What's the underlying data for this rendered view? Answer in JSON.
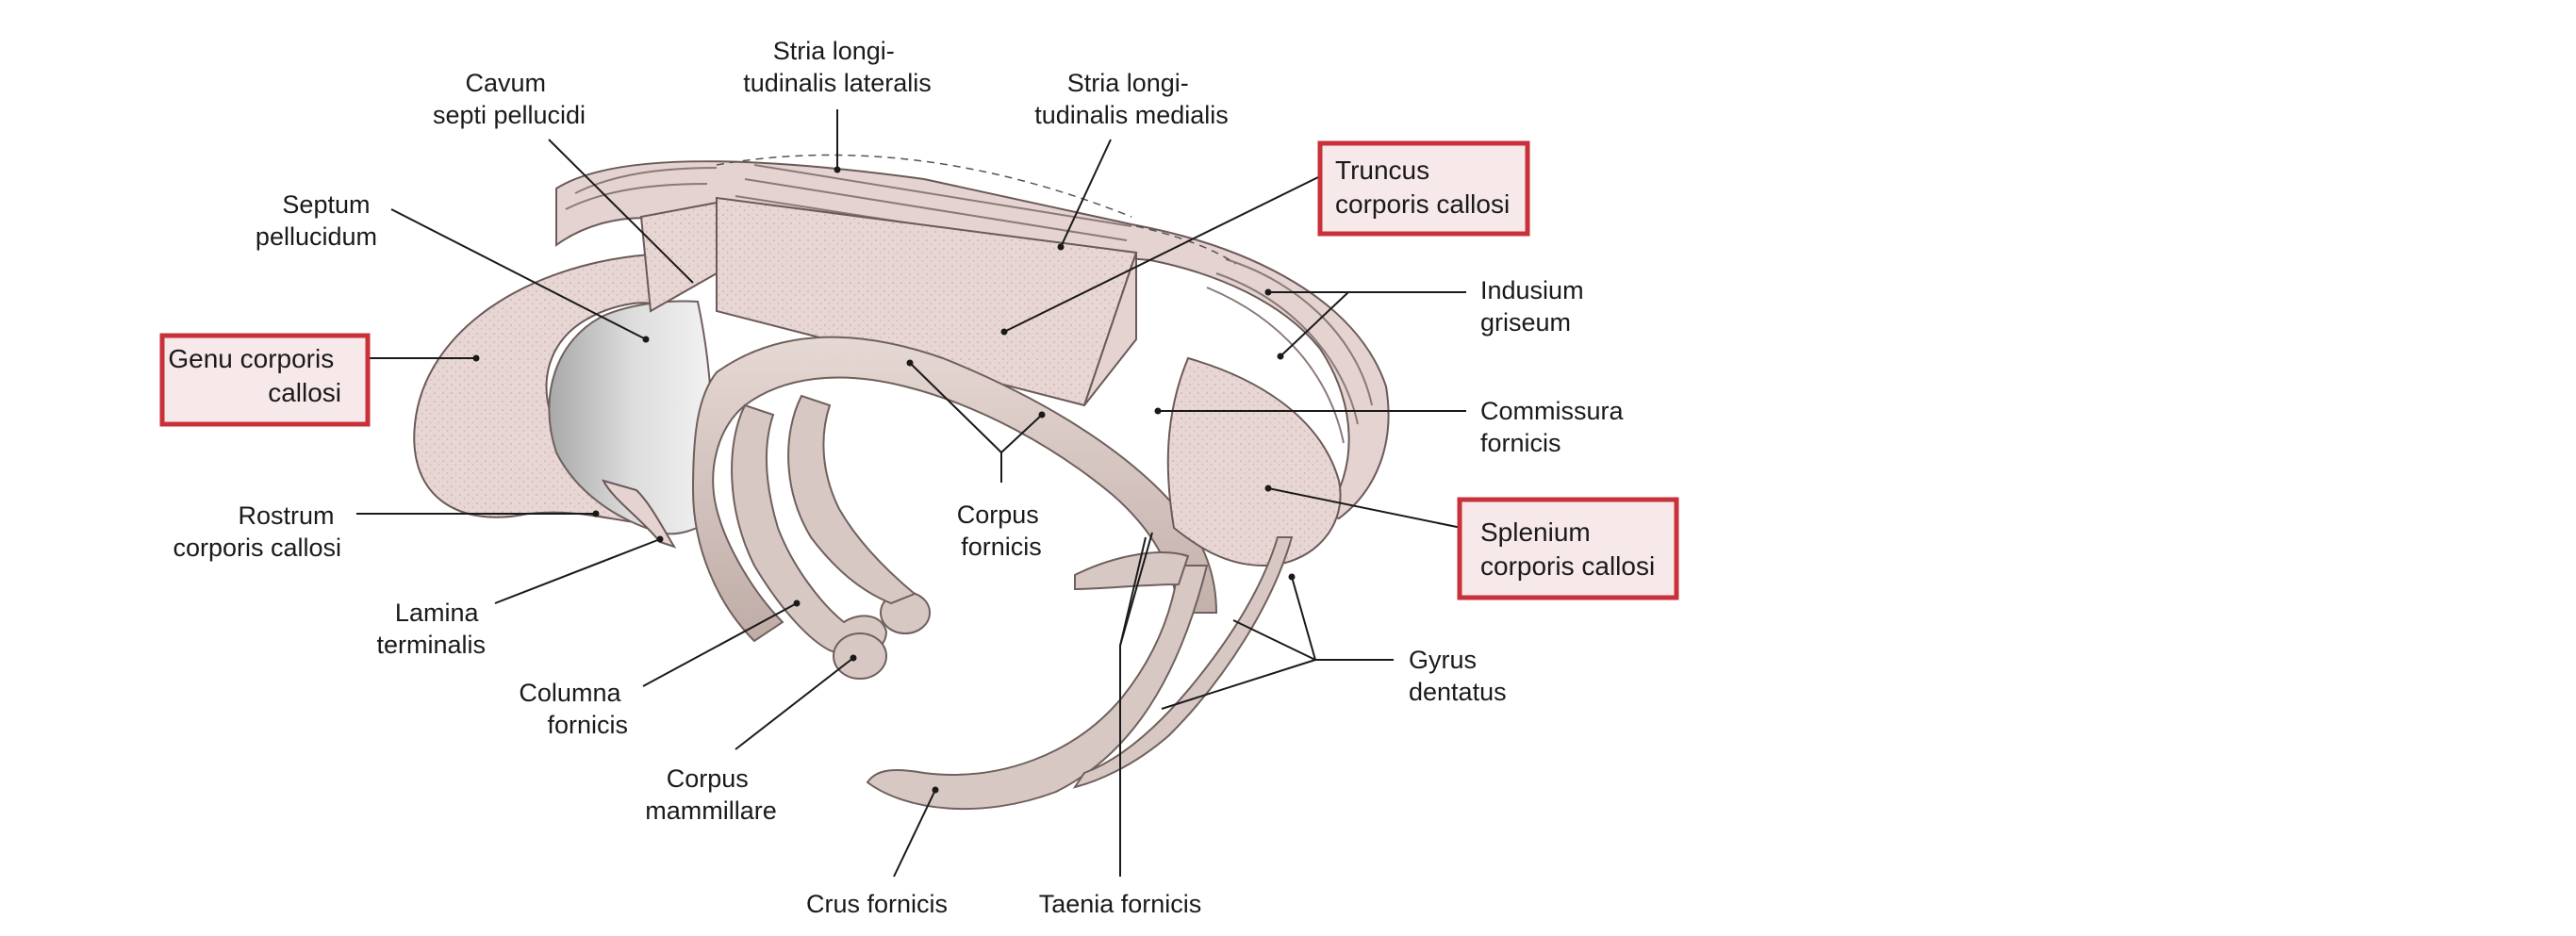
{
  "labels": {
    "cavum_septi_pellucidi": [
      "Cavum",
      "septi pellucidi"
    ],
    "stria_lateralis": [
      "Stria longi-",
      "tudinalis lateralis"
    ],
    "stria_medialis": [
      "Stria longi-",
      "tudinalis medialis"
    ],
    "septum_pellucidum": [
      "Septum",
      "pellucidum"
    ],
    "rostrum": [
      "Rostrum",
      "corporis callosi"
    ],
    "lamina_terminalis": [
      "Lamina",
      "terminalis"
    ],
    "columna_fornicis": [
      "Columna",
      "fornicis"
    ],
    "corpus_mammillare": [
      "Corpus",
      "mammillare"
    ],
    "crus_fornicis": [
      "Crus fornicis"
    ],
    "taenia_fornicis": [
      "Taenia fornicis"
    ],
    "corpus_fornicis": [
      "Corpus",
      "fornicis"
    ],
    "indusium_griseum": [
      "Indusium",
      "griseum"
    ],
    "commissura_fornicis": [
      "Commissura",
      "fornicis"
    ],
    "gyrus_dentatus": [
      "Gyrus",
      "dentatus"
    ]
  },
  "highlighted_labels": {
    "genu": [
      "Genu corporis",
      "callosi"
    ],
    "truncus": [
      "Truncus",
      "corporis callosi"
    ],
    "splenium": [
      "Splenium",
      "corporis callosi"
    ]
  },
  "colors": {
    "highlight_border": "#c8313a",
    "highlight_fill": "#f7e8ea",
    "tissue": "#e4d3d1",
    "leader": "#1a1a1a"
  }
}
